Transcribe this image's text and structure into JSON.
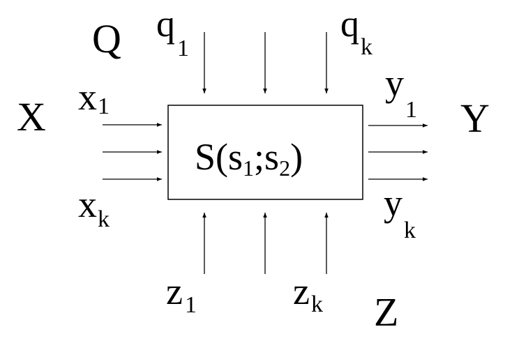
{
  "diagram": {
    "system": {
      "main": "S(s",
      "sub1": "1",
      "sep": ";s",
      "sub2": "2",
      "close": ")"
    },
    "sets": {
      "input": "X",
      "output": "Y",
      "control": "Q",
      "disturbance": "Z"
    },
    "inputs": {
      "symbol": "x",
      "first_index": "1",
      "last_index": "k"
    },
    "controls": {
      "symbol": "q",
      "first_index": "1",
      "last_index": "k"
    },
    "outputs": {
      "symbol": "y",
      "first_index": "1",
      "last_index": "k"
    },
    "disturbances": {
      "symbol": "z",
      "first_index": "1",
      "last_index": "k"
    },
    "colors": {
      "stroke": "#000000",
      "background": "#ffffff"
    }
  }
}
